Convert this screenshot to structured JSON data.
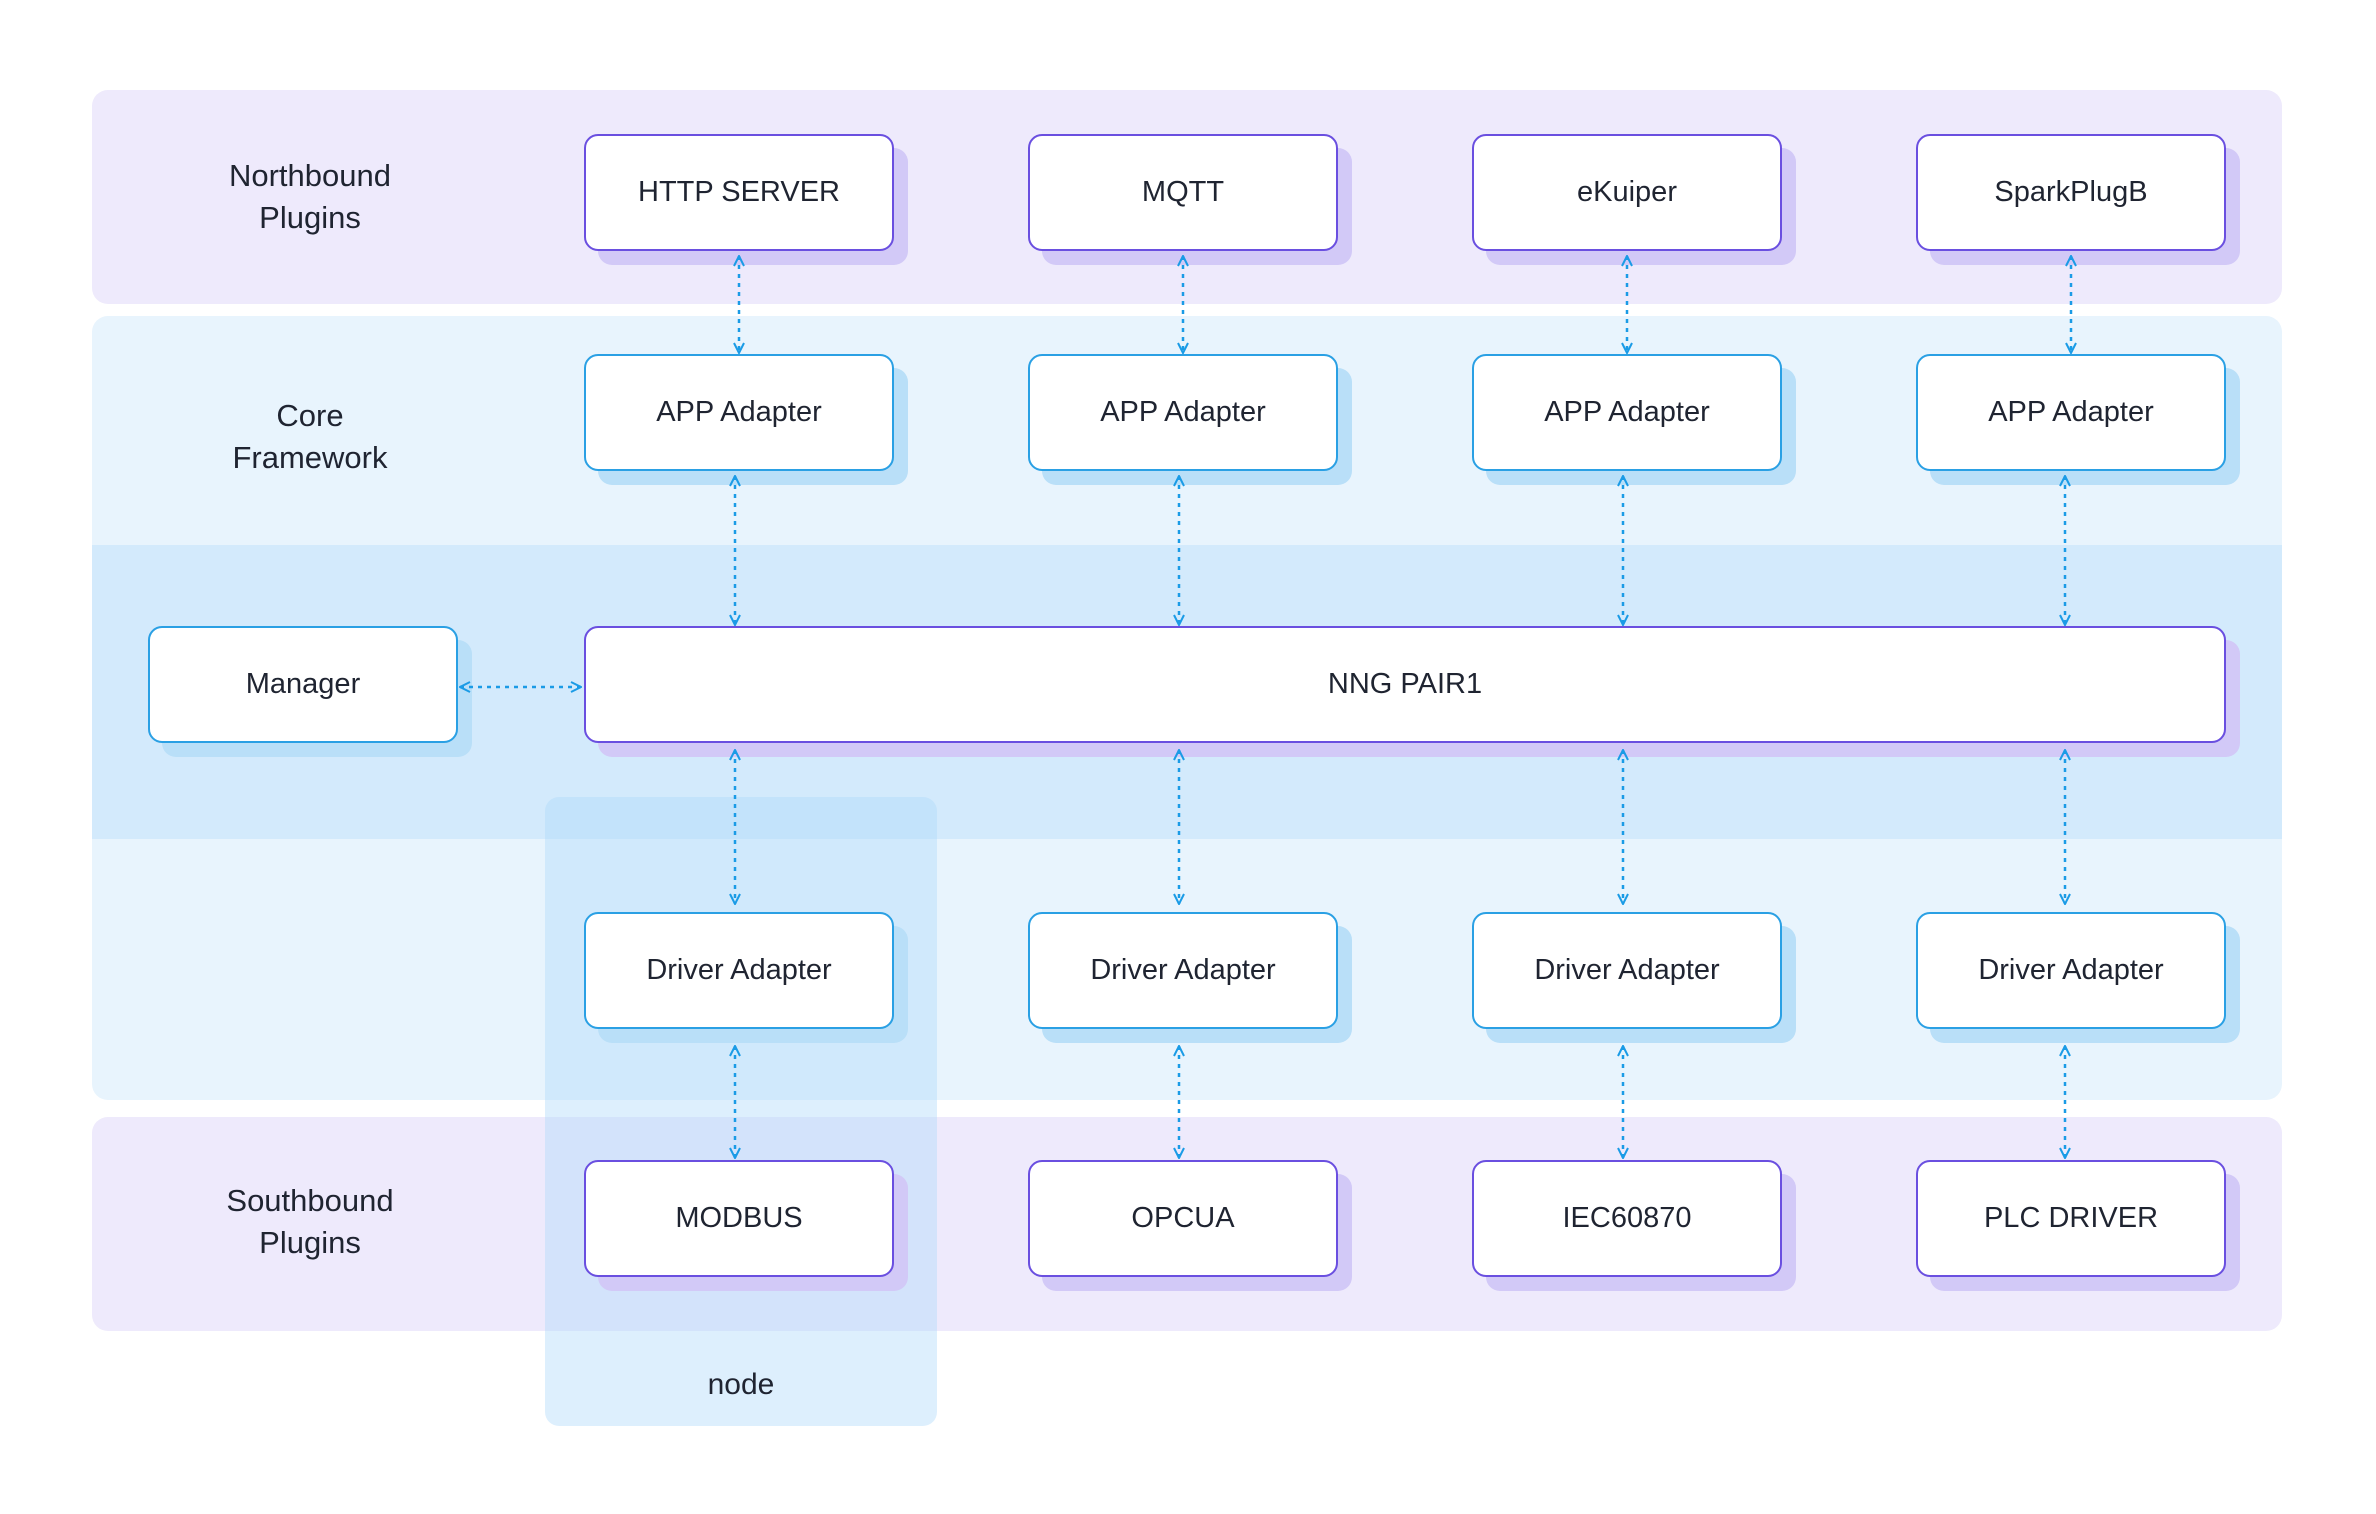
{
  "layers": {
    "northbound": {
      "line1": "Northbound",
      "line2": "Plugins"
    },
    "core": {
      "line1": "Core",
      "line2": "Framework"
    },
    "southbound": {
      "line1": "Southbound",
      "line2": "Plugins"
    }
  },
  "northbound_plugins": [
    "HTTP SERVER",
    "MQTT",
    "eKuiper",
    "SparkPlugB"
  ],
  "app_adapters": [
    "APP Adapter",
    "APP Adapter",
    "APP Adapter",
    "APP Adapter"
  ],
  "manager": "Manager",
  "bus": "NNG PAIR1",
  "driver_adapters": [
    "Driver Adapter",
    "Driver Adapter",
    "Driver Adapter",
    "Driver Adapter"
  ],
  "southbound_plugins": [
    "MODBUS",
    "OPCUA",
    "IEC60870",
    "PLC DRIVER"
  ],
  "node_label": "node",
  "colors": {
    "plugin_border": "#6a4fe0",
    "adapter_border": "#2aa0e4",
    "arrow": "#1a9be6",
    "plugin_band": "#eeeafc",
    "core_band": "#e8f4fd"
  }
}
